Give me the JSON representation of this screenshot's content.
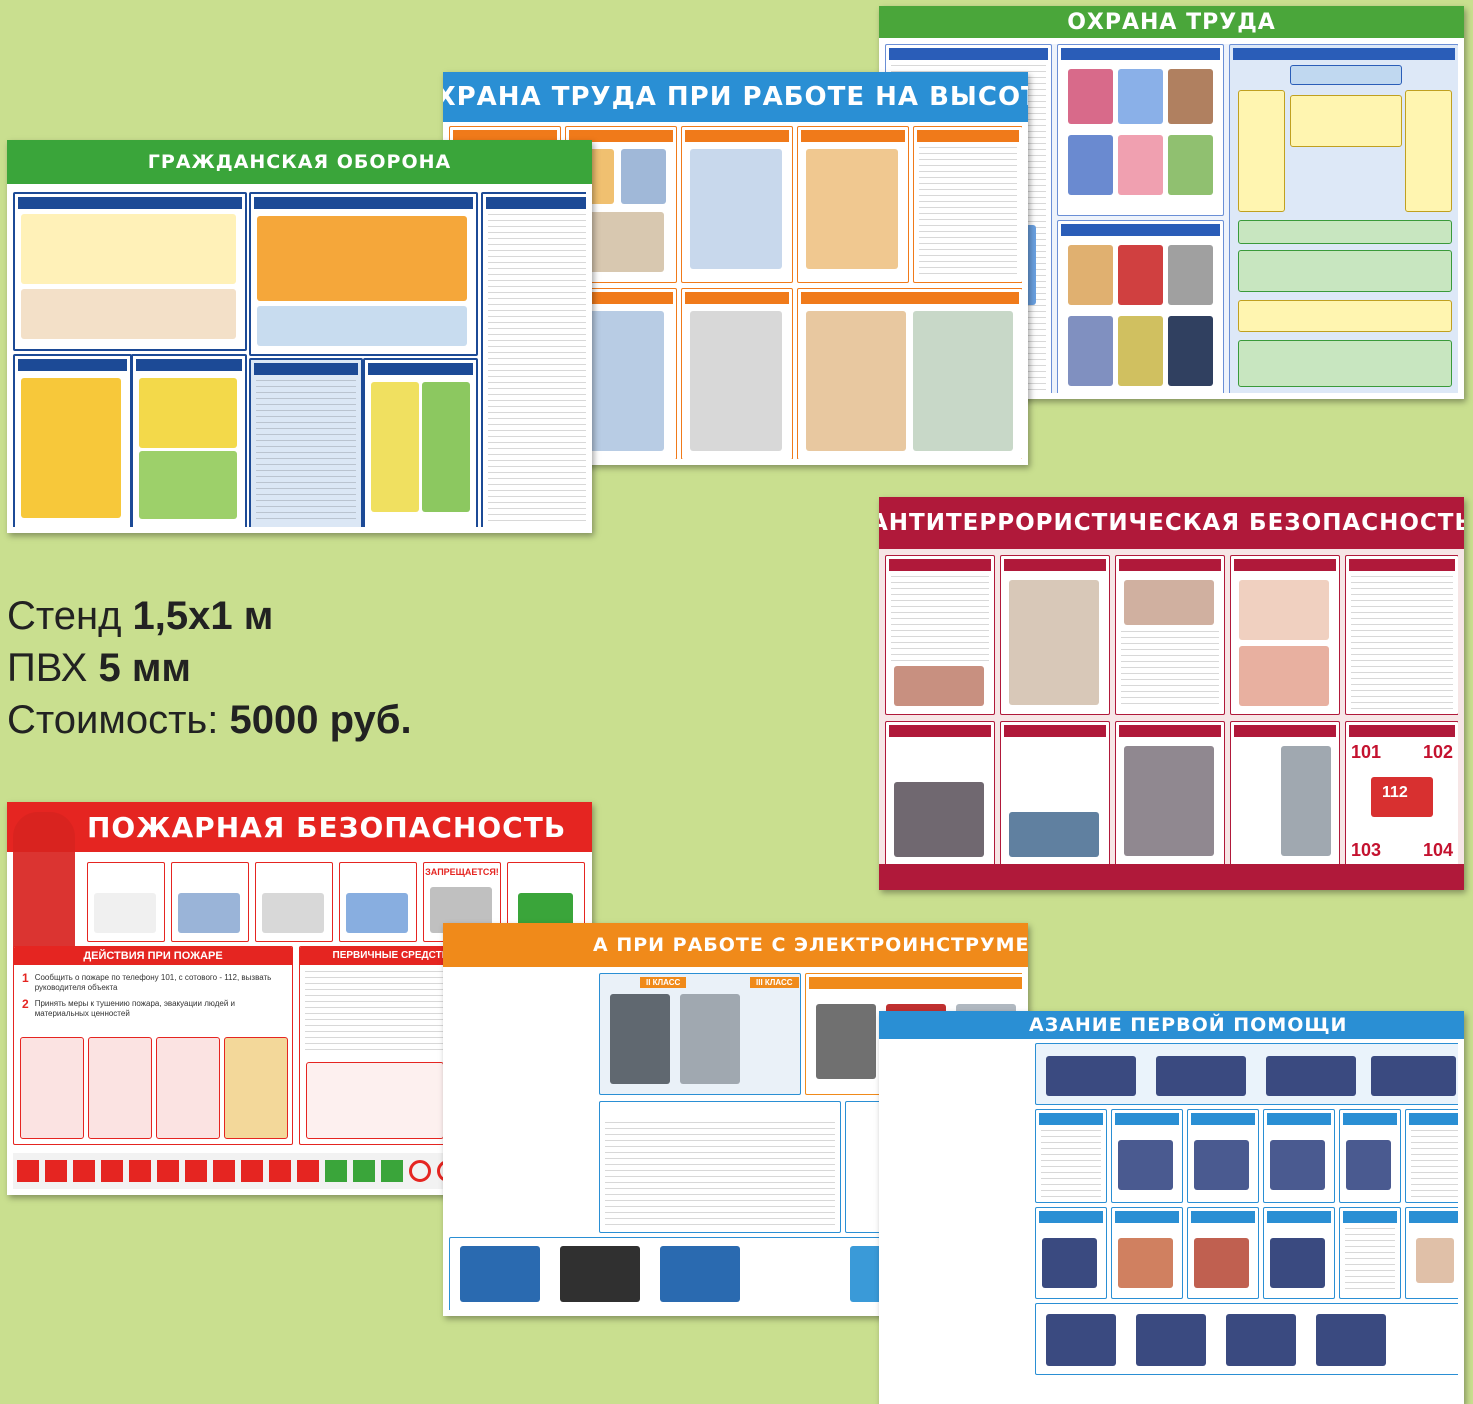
{
  "background_color": "#c9df8f",
  "posters": {
    "labor": {
      "title": "ОХРАНА ТРУДА",
      "header_color": "#4aa63a",
      "accent": "#e8eef8"
    },
    "height": {
      "title": "ОХРАНА ТРУДА ПРИ РАБОТЕ НА ВЫСОТЕ",
      "header_color": "#2a8fd4",
      "accent": "#f07a1a"
    },
    "civil": {
      "title": "ГРАЖДАНСКАЯ ОБОРОНА",
      "header_color": "#3aa53a",
      "accent": "#1c4a96"
    },
    "antiterror": {
      "title": "АНТИТЕРРОРИСТИЧЕСКАЯ БЕЗОПАСНОСТЬ",
      "header_color": "#b0193a",
      "accent": "#b0193a"
    },
    "fire": {
      "title": "ПОЖАРНАЯ БЕЗОПАСНОСТЬ",
      "header_color": "#e52521",
      "section1": "ДЕЙСТВИЯ ПРИ ПОЖАРЕ",
      "section2": "ПЕРВИЧНЫЕ СРЕДСТВА ПОЖАРОТУШЕНИЯ",
      "forbidden": "ЗАПРЕЩАЕТСЯ!",
      "step1_num": "1",
      "step1": "Сообщить о пожаре по телефону 101, с сотового - 112, вызвать руководителя объекта",
      "step2_num": "2",
      "step2": "Принять меры к тушению пожара, эвакуации людей и материальных ценностей"
    },
    "electro": {
      "title": "А ПРИ РАБОТЕ  С ЭЛЕКТРОИНСТРУМЕНТОМ",
      "header_color": "#f08a1a",
      "class2": "II КЛАСС",
      "class3": "III КЛАСС"
    },
    "firstaid": {
      "title": "АЗАНИЕ ПЕРВОЙ ПОМОЩИ",
      "header_color": "#2a8fd4",
      "accent": "#f07a1a"
    },
    "emergency": {
      "n101": "101",
      "n102": "102",
      "n103": "103",
      "n104": "104",
      "n112": "112"
    }
  },
  "price": {
    "line1_label": "Стенд ",
    "line1_value": "1,5х1 м",
    "line2_label": "ПВХ ",
    "line2_value": "5 мм",
    "line3_label": "Стоимость: ",
    "line3_value": "5000 руб."
  }
}
